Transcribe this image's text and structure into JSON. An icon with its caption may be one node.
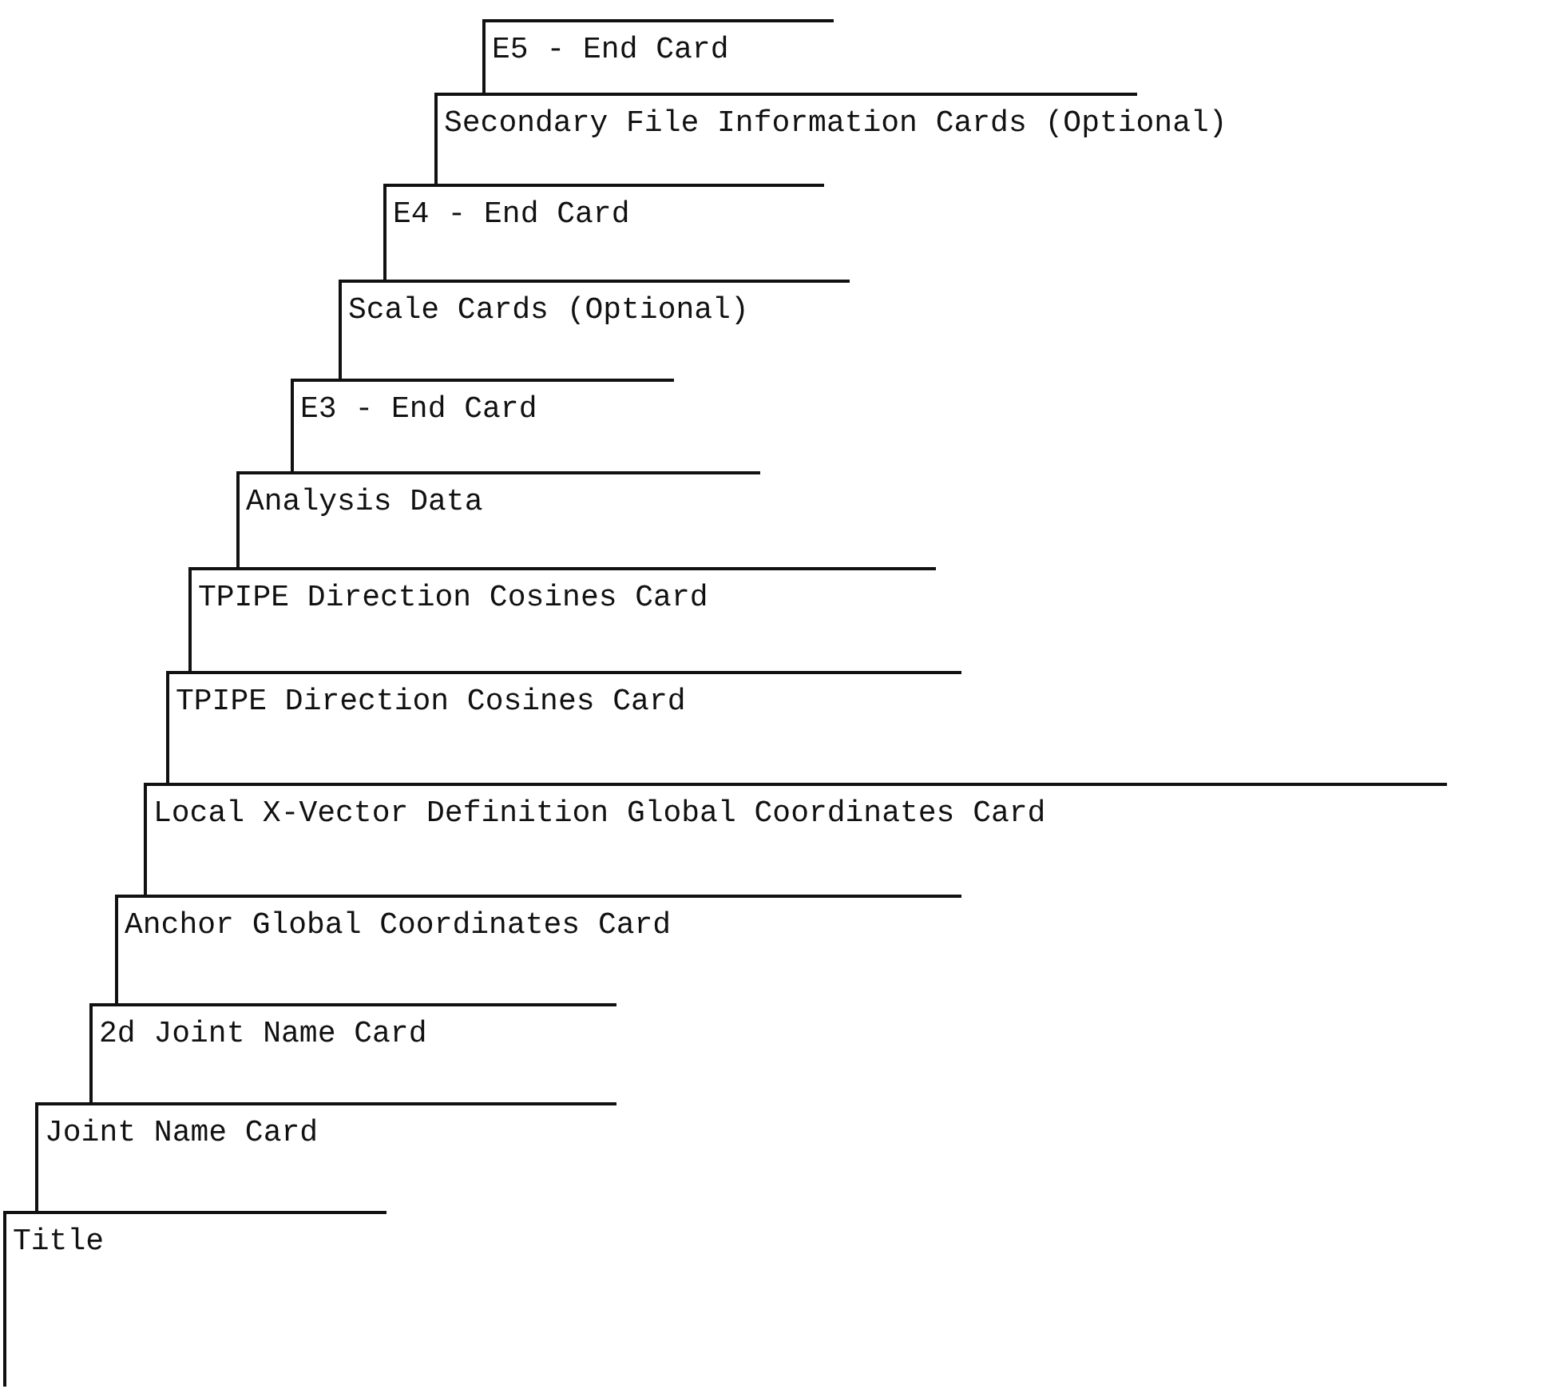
{
  "diagram": {
    "nodes": [
      {
        "text": [
          "E5 - End Card"
        ]
      },
      {
        "text": [
          "Secondary File Information Cards (Optional)"
        ]
      },
      {
        "text": [
          "E4 - End Card"
        ]
      },
      {
        "text": [
          "Scale Cards (Optional)"
        ]
      },
      {
        "text": [
          "E3 - End Card"
        ]
      },
      {
        "text": [
          "Analysis Data"
        ]
      },
      {
        "text": [
          "TPIPE Direction Cosines Card"
        ]
      },
      {
        "text": [
          "TPIPE Direction Cosines Card"
        ]
      },
      {
        "text": [
          "Local X-Vector Definition Global Coordinates Card"
        ]
      },
      {
        "text": [
          "Anchor Global Coordinates Card"
        ]
      },
      {
        "text": [
          "2d Joint Name Card"
        ]
      },
      {
        "text": [
          "Joint Name Card"
        ]
      },
      {
        "text": [
          "Title"
        ]
      }
    ],
    "edges": []
  }
}
